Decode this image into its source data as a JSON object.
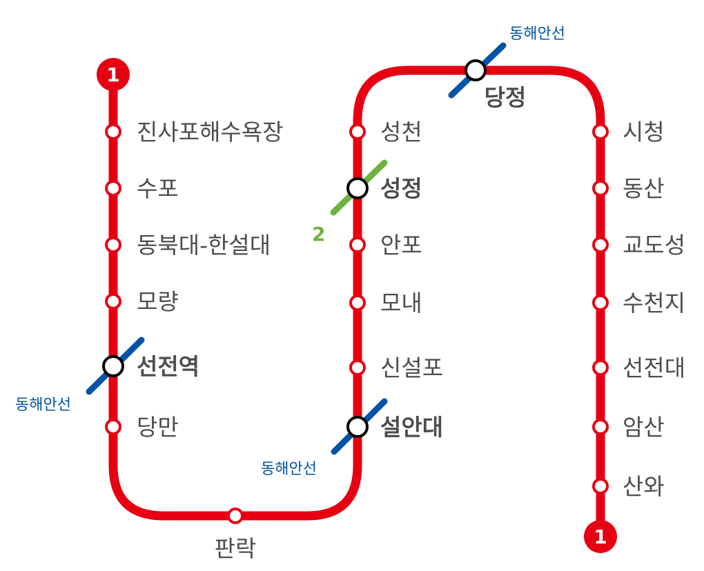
{
  "line": {
    "badge": "1",
    "color": "#e60012"
  },
  "colors": {
    "donghae": "#0054a6",
    "line2": "#6cb33f",
    "station_fill": "#ffffff",
    "transfer_stroke": "#000000",
    "label": "#4d4d4d"
  },
  "stations": [
    {
      "id": "jinsapo",
      "name": "진사포해수욕장",
      "transfer": false
    },
    {
      "id": "supo",
      "name": "수포",
      "transfer": false
    },
    {
      "id": "dongbukdae",
      "name": "동북대-한설대",
      "transfer": false
    },
    {
      "id": "moryang",
      "name": "모량",
      "transfer": false
    },
    {
      "id": "seonjeonyeok",
      "name": "선전역",
      "transfer": true
    },
    {
      "id": "dangman",
      "name": "당만",
      "transfer": false
    },
    {
      "id": "panrak",
      "name": "판락",
      "transfer": false
    },
    {
      "id": "seoranndae",
      "name": "설안대",
      "transfer": true
    },
    {
      "id": "sinseolpo",
      "name": "신설포",
      "transfer": false
    },
    {
      "id": "monae",
      "name": "모내",
      "transfer": false
    },
    {
      "id": "anpo",
      "name": "안포",
      "transfer": false
    },
    {
      "id": "seongjeong",
      "name": "성정",
      "transfer": true
    },
    {
      "id": "seongcheon",
      "name": "성천",
      "transfer": false
    },
    {
      "id": "dangjeong",
      "name": "당정",
      "transfer": true
    },
    {
      "id": "sicheong",
      "name": "시청",
      "transfer": false
    },
    {
      "id": "dongsan",
      "name": "동산",
      "transfer": false
    },
    {
      "id": "gyodoseong",
      "name": "교도성",
      "transfer": false
    },
    {
      "id": "sucheonji",
      "name": "수천지",
      "transfer": false
    },
    {
      "id": "seonjeondae",
      "name": "선전대",
      "transfer": false
    },
    {
      "id": "amsan",
      "name": "암산",
      "transfer": false
    },
    {
      "id": "sanwa",
      "name": "산와",
      "transfer": false
    }
  ],
  "connections": {
    "donghae_label": "동해안선",
    "line2_label": "2"
  }
}
